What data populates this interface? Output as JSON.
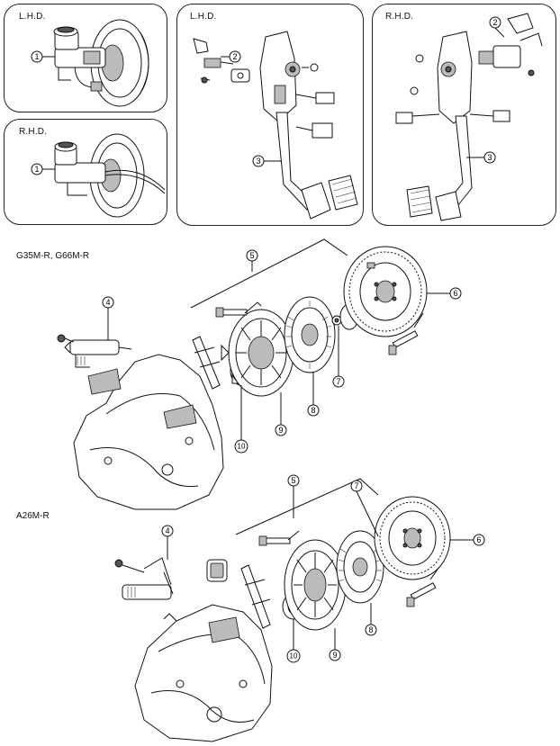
{
  "panels": {
    "lhd_master": {
      "label": "L.H.D."
    },
    "rhd_master": {
      "label": "R.H.D."
    },
    "lhd_pedal": {
      "label": "L.H.D."
    },
    "rhd_pedal": {
      "label": "R.H.D."
    }
  },
  "sections": {
    "upper": {
      "label": "G35M-R, G66M-R"
    },
    "lower": {
      "label": "A26M-R"
    }
  },
  "callouts": {
    "c1a": "1",
    "c1b": "1",
    "c2a": "2",
    "c2b": "2",
    "c3a": "3",
    "c3b": "3",
    "c4a": "4",
    "c4b": "4",
    "c5a": "5",
    "c5b": "5",
    "c6a": "6",
    "c6b": "6",
    "c7a": "7",
    "c7b": "7",
    "c8a": "8",
    "c8b": "8",
    "c9a": "9",
    "c9b": "9",
    "c10a": "10",
    "c10b": "10"
  }
}
